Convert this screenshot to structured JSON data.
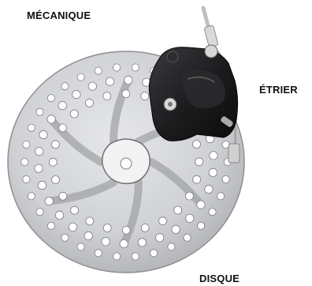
{
  "labels": {
    "top_left": "MÉCANIQUE",
    "right": "ÉTRIER",
    "bottom": "DISQUE"
  },
  "colors": {
    "background": "#ffffff",
    "label_text": "#111111",
    "rotor_metal": "#cfd1d4",
    "rotor_shadow": "#9a9ca0",
    "caliper_body": "#1b1b1d",
    "cable": "#bfbfbf"
  }
}
